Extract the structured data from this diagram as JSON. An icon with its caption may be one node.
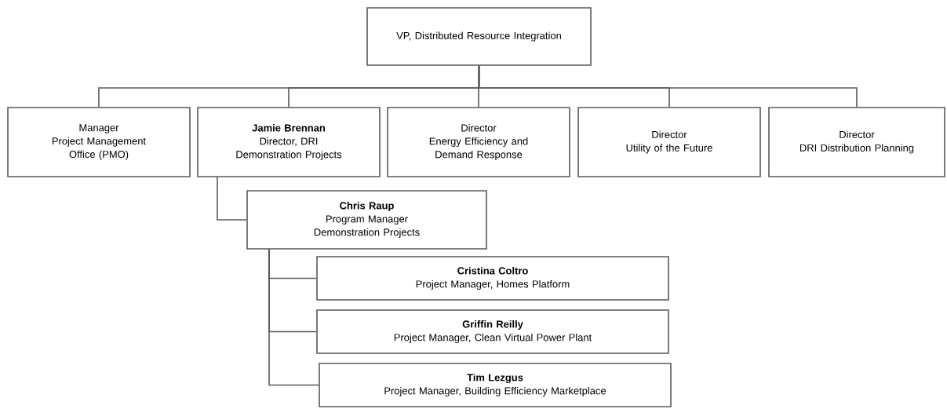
{
  "diagram": {
    "nodes": [
      {
        "text": [
          "VP, Distributed Resource Integration"
        ]
      },
      {
        "text": [
          "Manager",
          "Project Management Office (PMO)"
        ]
      },
      {
        "text": [
          "Jamie Brennan",
          "Director, DRI Demonstration Projects"
        ]
      },
      {
        "text": [
          "Director",
          "Energy Efficiency and Demand Response"
        ]
      },
      {
        "text": [
          "Director",
          "Utility of the Future"
        ]
      },
      {
        "text": [
          "Director",
          "DRI Distribution Planning"
        ]
      },
      {
        "text": [
          "Chris Raup",
          "Program Manager",
          "Demonstration Projects"
        ]
      },
      {
        "text": [
          "Cristina Coltro",
          "Project Manager, Homes Platform"
        ]
      },
      {
        "text": [
          "Griffin Reilly",
          "Project Manager, Clean Virtual Power Plant"
        ]
      },
      {
        "text": [
          "Tim Lezgus",
          "Project Manager, Building Efficiency Marketplace"
        ]
      }
    ],
    "edges": [
      {
        "from": 0,
        "to": 1,
        "arrow": "none"
      },
      {
        "from": 0,
        "to": 2,
        "arrow": "none"
      },
      {
        "from": 0,
        "to": 3,
        "arrow": "none"
      },
      {
        "from": 0,
        "to": 4,
        "arrow": "none"
      },
      {
        "from": 0,
        "to": 5,
        "arrow": "none"
      },
      {
        "from": 2,
        "to": 6,
        "arrow": "none"
      },
      {
        "from": 6,
        "to": 7,
        "arrow": "none"
      },
      {
        "from": 6,
        "to": 8,
        "arrow": "none"
      },
      {
        "from": 6,
        "to": 9,
        "arrow": "none"
      }
    ]
  }
}
